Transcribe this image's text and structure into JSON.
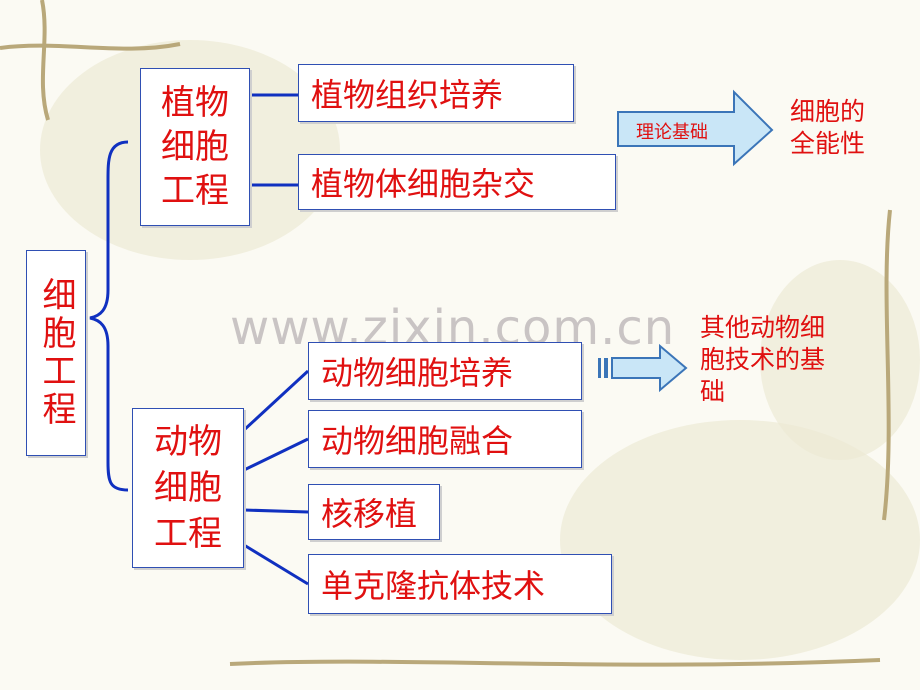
{
  "root": {
    "label": "细胞工程"
  },
  "plant": {
    "label": "植物细胞工程",
    "items": [
      "植物组织培养",
      "植物体细胞杂交"
    ],
    "arrow_label": "理论基础",
    "result": "细胞的全能性"
  },
  "animal": {
    "label": "动物细胞工程",
    "items": [
      "动物细胞培养",
      "动物细胞融合",
      "核移植",
      "单克隆抗体技术"
    ],
    "result": "其他动物细胞技术的基础"
  },
  "watermark": "www.zixin.com.cn",
  "colors": {
    "text": "#e01010",
    "line": "#1030c0",
    "border": "#2f4fb3",
    "arrow_fill": "#c9e6f7"
  }
}
